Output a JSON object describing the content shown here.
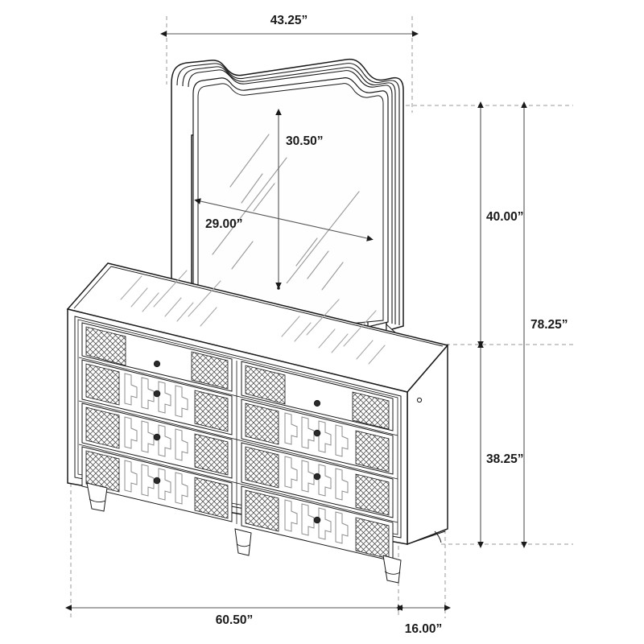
{
  "drawing": {
    "title": "Dresser with Mirror Dimension Diagram",
    "units": "inches",
    "unit_symbol": "”",
    "line_color": "#1a1a1a",
    "dimension_line_color": "#555555",
    "extension_line_color": "#8a8a8a",
    "text_color": "#1a1a1a",
    "background_color": "#ffffff"
  },
  "dimensions": {
    "mirror_overall_width": "43.25”",
    "mirror_glass_height": "30.50”",
    "mirror_glass_width": "29.00”",
    "mirror_assembly_height": "40.00”",
    "dresser_height": "38.25”",
    "total_height": "78.25”",
    "dresser_width": "60.50”",
    "dresser_depth": "16.00”"
  },
  "product": {
    "type": "dresser-with-mirror",
    "drawer_count": 8,
    "drawer_columns": 2,
    "drawer_rows": 4,
    "knob_count": 8,
    "leg_count": 4,
    "mirror_shape": "camelback-serpentine-crown",
    "drawer_panel_motif": "diamond-lattice-and-hourglass",
    "top_finish": "mirrored-gloss-hatching"
  },
  "labels": {
    "width_top": "43.25”",
    "glass_height": "30.50”",
    "glass_width": "29.00”",
    "mirror_height": "40.00”",
    "case_height": "38.25”",
    "overall_height": "78.25”",
    "case_width": "60.50”",
    "case_depth": "16.00”"
  }
}
